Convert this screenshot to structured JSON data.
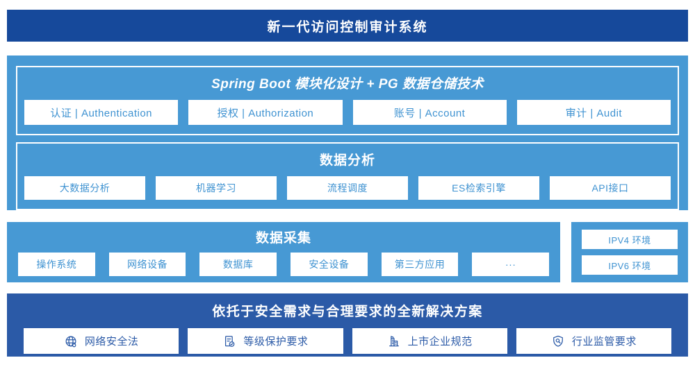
{
  "colors": {
    "header_bg": "#16499B",
    "section_light_blue": "#4799D4",
    "solution_bg": "#2B5AA7",
    "chip_text_light": "#3E92D1",
    "chip_text_dark": "#2B5AA7"
  },
  "header": {
    "title": "新一代访问控制审计系统"
  },
  "platform": {
    "spring": {
      "title": "Spring Boot 模块化设计 + PG 数据仓储技术",
      "modules": [
        {
          "label": "认证 | Authentication"
        },
        {
          "label": "授权 | Authorization"
        },
        {
          "label": "账号 | Account"
        },
        {
          "label": "审计 | Audit"
        }
      ]
    },
    "analysis": {
      "title": "数据分析",
      "modules": [
        {
          "label": "大数据分析"
        },
        {
          "label": "机器学习"
        },
        {
          "label": "流程调度"
        },
        {
          "label": "ES检索引擎"
        },
        {
          "label": "API接口"
        }
      ]
    }
  },
  "collection": {
    "title": "数据采集",
    "sources": [
      {
        "label": "操作系统"
      },
      {
        "label": "网络设备"
      },
      {
        "label": "数据库"
      },
      {
        "label": "安全设备"
      },
      {
        "label": "第三方应用"
      },
      {
        "label": "···"
      }
    ]
  },
  "environments": {
    "items": [
      {
        "label": "IPV4 环境"
      },
      {
        "label": "IPV6 环境"
      }
    ]
  },
  "solution": {
    "title": "依托于安全需求与合理要求的全新解决方案",
    "items": [
      {
        "icon": "globe-icon",
        "label": "网络安全法"
      },
      {
        "icon": "document-check-icon",
        "label": "等级保护要求"
      },
      {
        "icon": "building-icon",
        "label": "上市企业规范"
      },
      {
        "icon": "shield-search-icon",
        "label": "行业监管要求"
      }
    ]
  }
}
